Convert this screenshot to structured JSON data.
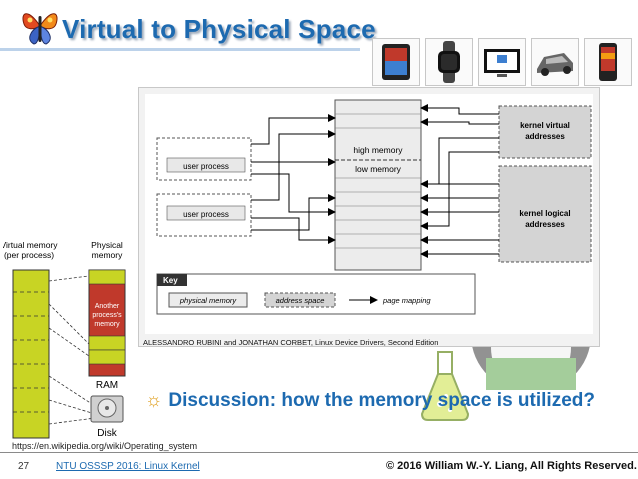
{
  "title": "Virtual to Physical Space",
  "main_diagram": {
    "user_process_1": "user process",
    "user_process_2": "user process",
    "high_memory": "high memory",
    "low_memory": "low memory",
    "kernel_virtual_1": "kernel virtual",
    "kernel_virtual_2": "addresses",
    "kernel_logical_1": "kernel logical",
    "kernel_logical_2": "addresses",
    "key_label": "Key",
    "key_physical": "physical memory",
    "key_address": "address space",
    "key_mapping": "page mapping"
  },
  "caption": "ALESSANDRO RUBINI and JONATHAN CORBET, Linux Device Drivers, Second Edition",
  "vm_diagram": {
    "virtual_label_1": "Virtual memory",
    "virtual_label_2": "(per process)",
    "physical_label_1": "Physical",
    "physical_label_2": "memory",
    "another_1": "Another",
    "another_2": "process's",
    "another_3": "memory",
    "ram": "RAM",
    "disk": "Disk"
  },
  "url": "https://en.wikipedia.org/wiki/Operating_system",
  "discussion": "Discussion: how the memory space is utilized?",
  "footer": {
    "page": "27",
    "course": "NTU OSSSP 2016: Linux Kernel",
    "copyright": "© 2016  William W.-Y. Liang, All Rights Reserved."
  },
  "icons": [
    "butterfly-logo-icon",
    "tablet-icon",
    "smartwatch-icon",
    "tv-icon",
    "car-icon",
    "phone-icon",
    "penguin-icon",
    "flask-icon",
    "disk-icon",
    "sun-bullet-icon"
  ],
  "colors": {
    "title": "#1d6ab0",
    "another_process": "#c0392b",
    "process_memory": "#c8d424",
    "kernel_box": "#d4d4d4"
  }
}
